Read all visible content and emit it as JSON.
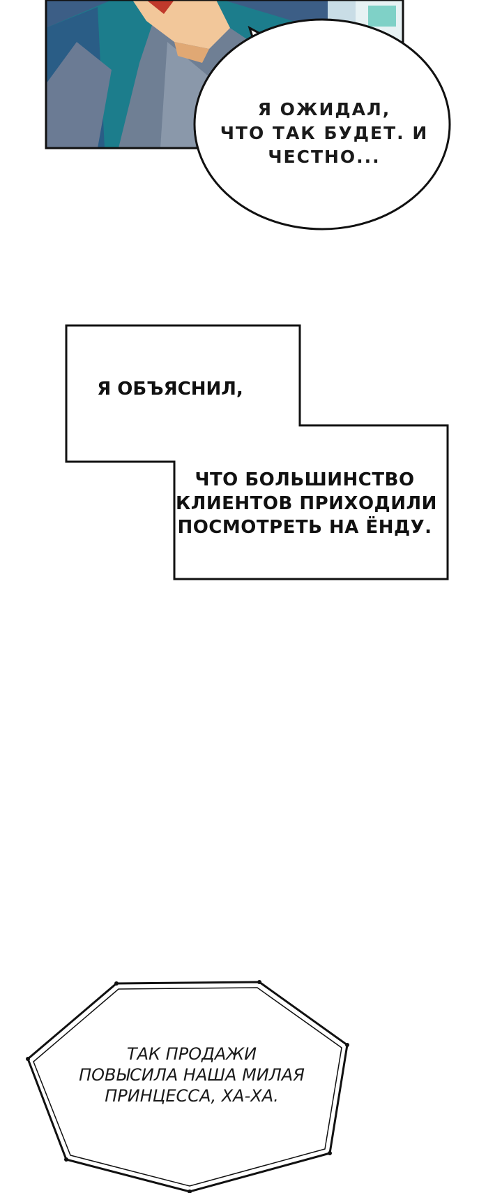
{
  "speech_bubble": {
    "lines": [
      "Я ОЖИДАЛ,",
      "ЧТО ТАК БУДЕТ. И",
      "ЧЕСТНО..."
    ]
  },
  "caption_box": {
    "top_text": "Я ОБЪЯСНИЛ,",
    "bottom_lines": [
      "ЧТО БОЛЬШИНСТВО",
      "КЛИЕНТОВ ПРИХОДИЛИ",
      "ПОСМОТРЕТЬ НА ЁНДУ."
    ]
  },
  "thought_box": {
    "lines": [
      "ТАК ПРОДАЖИ",
      "ПОВЫСИЛА НАША МИЛАЯ",
      "ПРИНЦЕССА, ХА-ХА."
    ]
  },
  "colors": {
    "teal_jacket": "#1c7d8c",
    "shirt_gray": "#6f7f94",
    "skin": "#f2c79a",
    "outline": "#111111"
  }
}
